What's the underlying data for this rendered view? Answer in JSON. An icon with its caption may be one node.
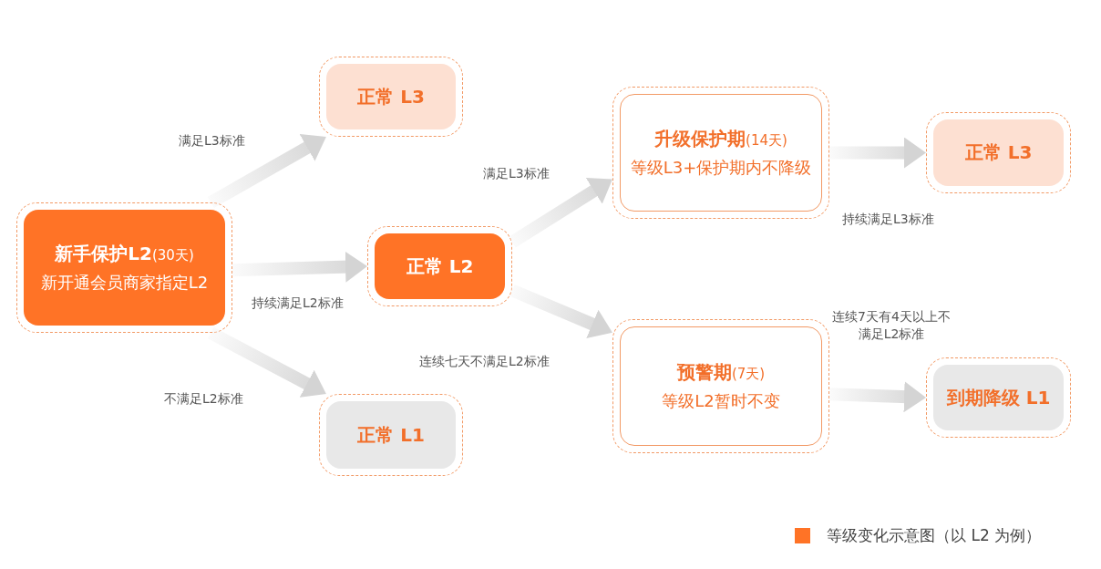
{
  "diagram": {
    "nodes": [
      {
        "text": [
          "**新手保护L2**(30天)",
          "新开通会员商家指定L2"
        ]
      },
      {
        "text": [
          "正常 L3"
        ]
      },
      {
        "text": [
          "正常 L2"
        ]
      },
      {
        "text": [
          "正常 L1"
        ]
      },
      {
        "text": [
          "**升级保护期**(14天)",
          "等级L3+保护期内不降级"
        ]
      },
      {
        "text": [
          "正常 L3"
        ]
      },
      {
        "text": [
          "**预警期**(7天)",
          "等级L2暂时不变"
        ]
      },
      {
        "text": [
          "到期降级 L1"
        ]
      }
    ],
    "edges": [
      {
        "from": 0,
        "to": 1,
        "arrow": "to",
        "label": "满足L3标准"
      },
      {
        "from": 0,
        "to": 2,
        "arrow": "to",
        "label": "持续满足L2标准"
      },
      {
        "from": 0,
        "to": 3,
        "arrow": "to",
        "label": "不满足L2标准"
      },
      {
        "from": 2,
        "to": 4,
        "arrow": "to",
        "label": "满足L3标准"
      },
      {
        "from": 2,
        "to": 6,
        "arrow": "to",
        "label": "连续七天不满足L2标准"
      },
      {
        "from": 4,
        "to": 5,
        "arrow": "to",
        "label": "持续满足L3标准"
      },
      {
        "from": 6,
        "to": 7,
        "arrow": "to",
        "label": "连续7天有4天以上不满足L2标准"
      }
    ],
    "legend": [
      {
        "text": "等级变化示意图（以 L2 为例）",
        "color": "#ff7326"
      }
    ]
  }
}
